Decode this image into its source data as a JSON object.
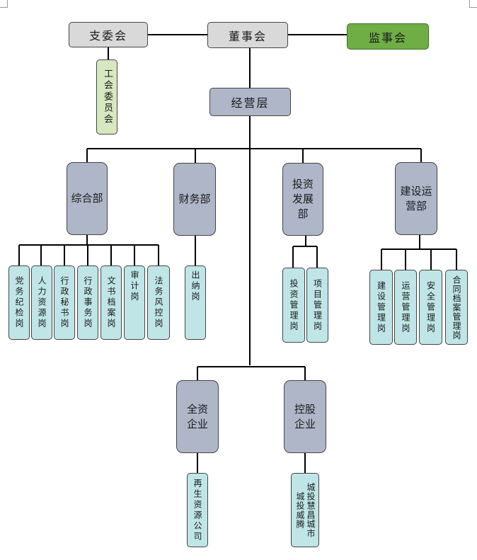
{
  "top": {
    "branch_committee": "支委会",
    "board": "董事会",
    "supervisory_board": "监事会",
    "labor_union": "工会委员会"
  },
  "management": "经营层",
  "departments": {
    "general": "综合部",
    "finance": "财务部",
    "investment": "投资发展部",
    "construction_ops": "建设运营部"
  },
  "positions": {
    "general": [
      "党务纪检岗",
      "人力资源岗",
      "行政秘书岗",
      "行政事务岗",
      "文书档案岗",
      "审计岗",
      "法务风控岗"
    ],
    "finance": [
      "出纳岗"
    ],
    "investment": [
      "投资管理岗",
      "项目管理岗"
    ],
    "construction_ops": [
      "建设管理岗",
      "运营管理岗",
      "安全管理岗",
      "合同档案管理岗"
    ]
  },
  "enterprises": {
    "wholly_owned": "全资企业",
    "holding": "控股企业"
  },
  "companies": {
    "recycling": "再生资源公司",
    "holding_entities": "城投慧昌城市 城投威腾"
  }
}
